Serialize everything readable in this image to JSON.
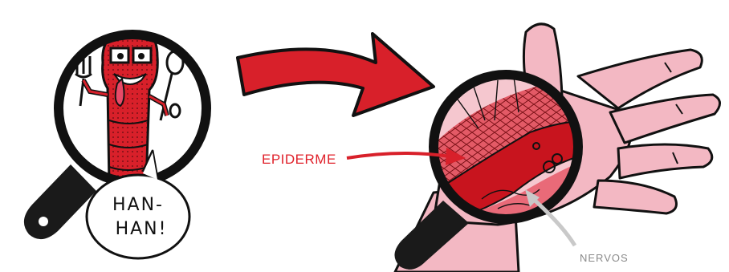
{
  "speech_bubble": {
    "line1": "HAN-",
    "line2": "HAN!"
  },
  "labels": {
    "epiderme": "EPIDERME",
    "nervos": "NERVOS"
  },
  "colors": {
    "red": "#d8202a",
    "dark_red": "#8e1016",
    "skin": "#f3b8c3",
    "outline": "#111111",
    "handle": "#1a1a1a",
    "label_red": "#e0202a",
    "label_gray": "#8a8a8a"
  },
  "icons": [
    "magnifier-icon",
    "fork-icon",
    "spoon-icon",
    "right-arrow-icon",
    "hand-icon"
  ]
}
